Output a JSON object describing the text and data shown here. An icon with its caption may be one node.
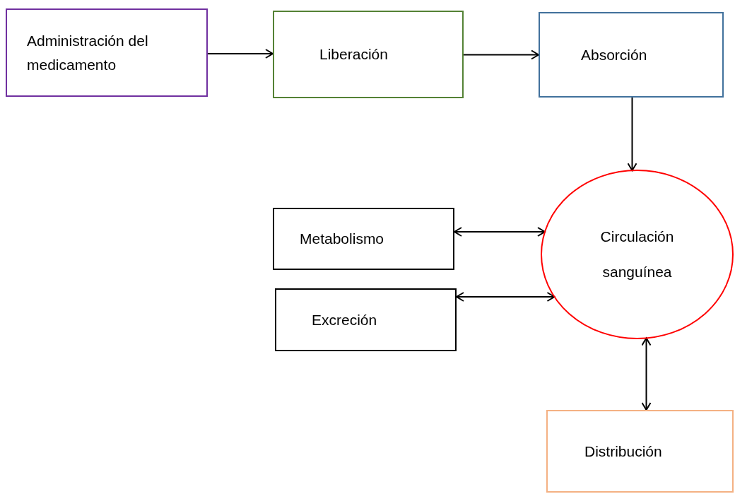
{
  "diagram": {
    "nodes": [
      {
        "text": [
          "Administración del medicamento"
        ]
      },
      {
        "text": [
          "Liberación"
        ]
      },
      {
        "text": [
          "Absorción"
        ]
      },
      {
        "text": [
          "Circulación sanguínea"
        ]
      },
      {
        "text": [
          "Metabolismo"
        ]
      },
      {
        "text": [
          "Excreción"
        ]
      },
      {
        "text": [
          "Distribución"
        ]
      }
    ],
    "edges": [
      {
        "from": 0,
        "to": 1,
        "arrow": "to"
      },
      {
        "from": 1,
        "to": 2,
        "arrow": "to"
      },
      {
        "from": 2,
        "to": 3,
        "arrow": "to"
      },
      {
        "from": 4,
        "to": 3,
        "arrow": "both"
      },
      {
        "from": 5,
        "to": 3,
        "arrow": "both"
      },
      {
        "from": 3,
        "to": 6,
        "arrow": "both"
      }
    ]
  }
}
